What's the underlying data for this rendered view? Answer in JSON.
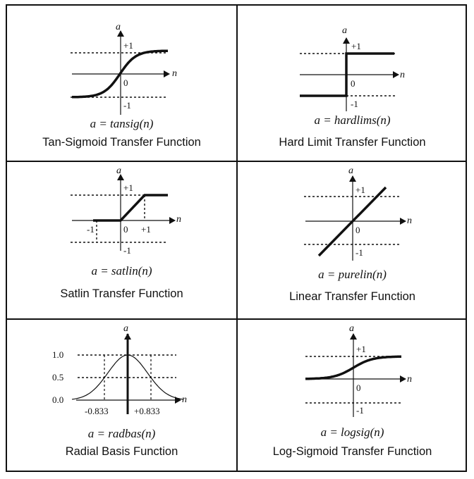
{
  "panels": [
    {
      "formula": "a = tansig(n)",
      "title": "Tan-Sigmoid Transfer Function",
      "labels": {
        "a": "a",
        "n": "n",
        "plus1": "+1",
        "zero": "0",
        "minus1": "-1"
      }
    },
    {
      "formula": "a = hardlims(n)",
      "title": "Hard Limit Transfer Function",
      "labels": {
        "a": "a",
        "n": "n",
        "plus1": "+1",
        "zero": "0",
        "minus1": "-1"
      }
    },
    {
      "formula": "a = satlin(n)",
      "title": "Satlin Transfer Function",
      "labels": {
        "a": "a",
        "n": "n",
        "plus1": "+1",
        "zero": "0",
        "minus1": "-1",
        "xneg1": "-1",
        "xpos1": "+1"
      }
    },
    {
      "formula": "a = purelin(n)",
      "title": "Linear Transfer Function",
      "labels": {
        "a": "a",
        "n": "n",
        "plus1": "+1",
        "zero": "0",
        "minus1": "-1"
      }
    },
    {
      "formula": "a = radbas(n)",
      "title": "Radial Basis Function",
      "labels": {
        "a": "a",
        "n": "n",
        "y10": "1.0",
        "y05": "0.5",
        "y00": "0.0",
        "xneg": "-0.833",
        "xpos": "+0.833"
      }
    },
    {
      "formula": "a = logsig(n)",
      "title": "Log-Sigmoid Transfer Function",
      "labels": {
        "a": "a",
        "n": "n",
        "plus1": "+1",
        "zero": "0",
        "minus1": "-1"
      }
    }
  ]
}
